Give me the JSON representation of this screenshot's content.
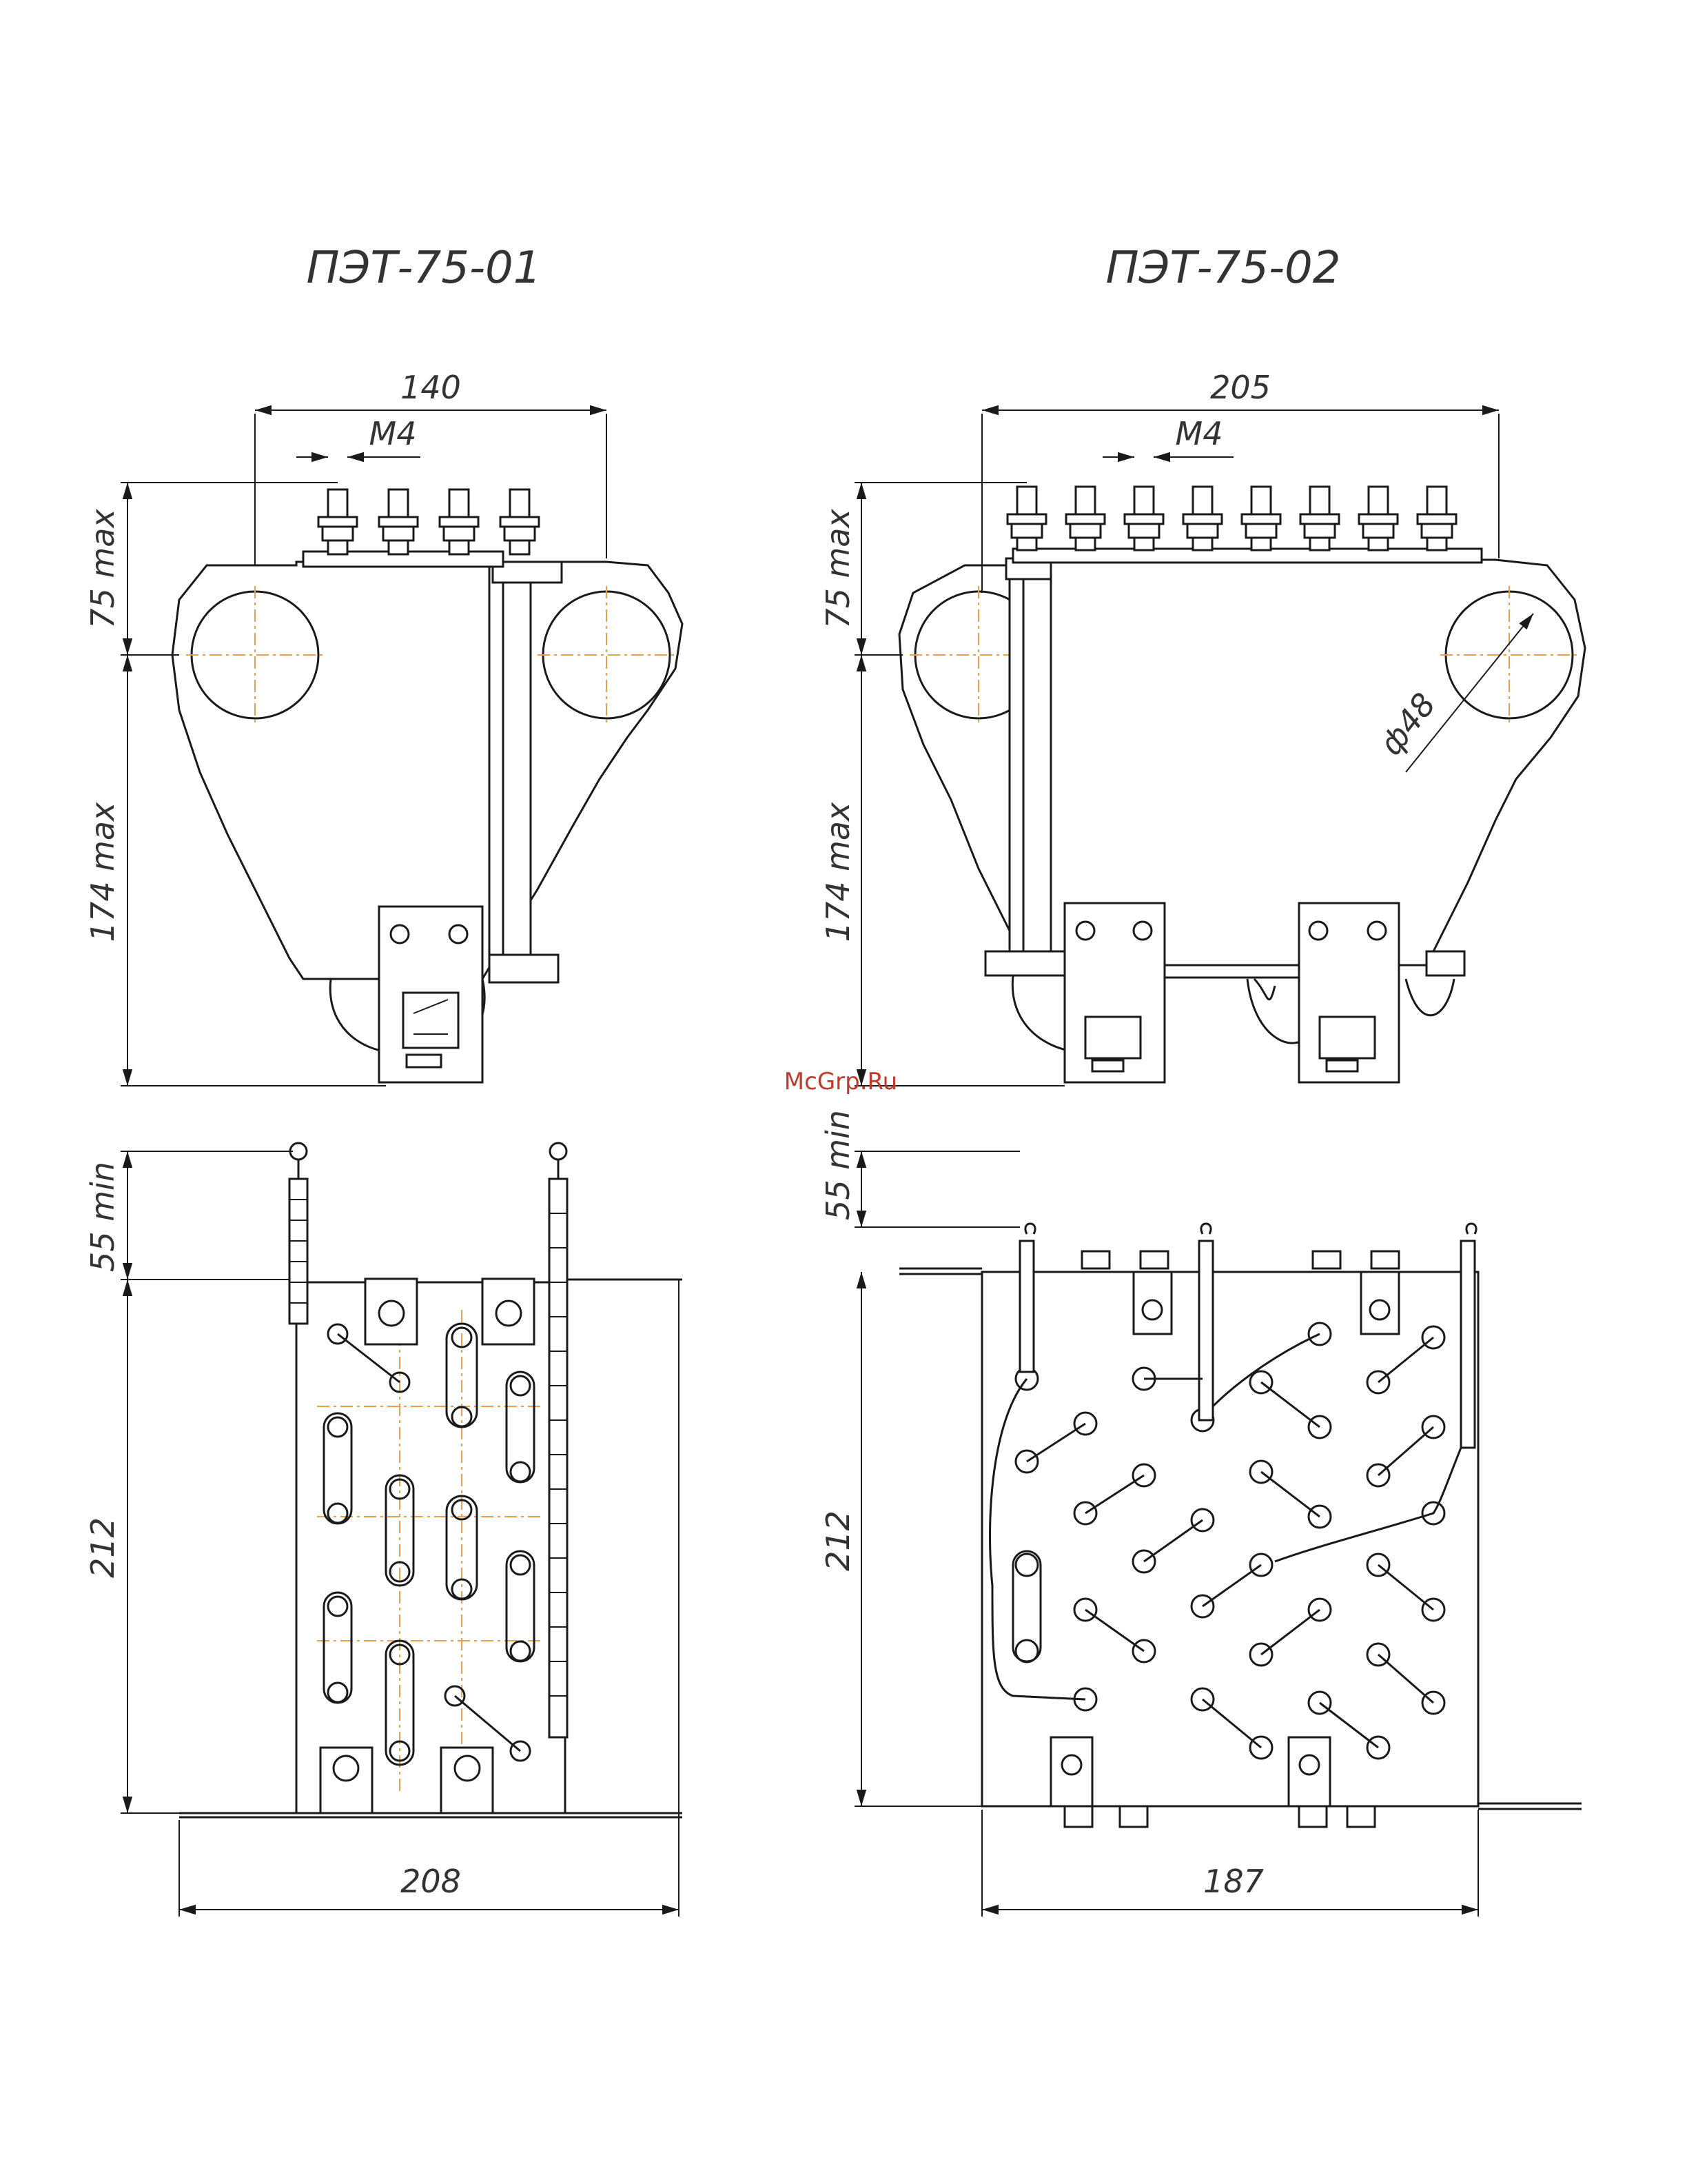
{
  "titles": {
    "left": "ПЭТ-75-01",
    "right": "ПЭТ-75-02"
  },
  "watermark": "McGrp.Ru",
  "dimensions": {
    "left_top_width": "140",
    "left_top_thread": "M4",
    "left_top_height_upper": "75 max",
    "left_top_height_lower": "174 max",
    "right_top_width": "205",
    "right_top_thread": "M4",
    "right_top_height_upper": "75 max",
    "right_top_height_lower": "174 max",
    "right_top_diameter": "ф48",
    "left_bottom_clearance": "55 min",
    "left_bottom_height": "212",
    "left_bottom_width": "208",
    "right_bottom_clearance": "55 min",
    "right_bottom_height": "212",
    "right_bottom_width": "187"
  },
  "colors": {
    "line": "#1a1a1a",
    "axis": "#e8a04a",
    "watermark": "#c0392b"
  }
}
